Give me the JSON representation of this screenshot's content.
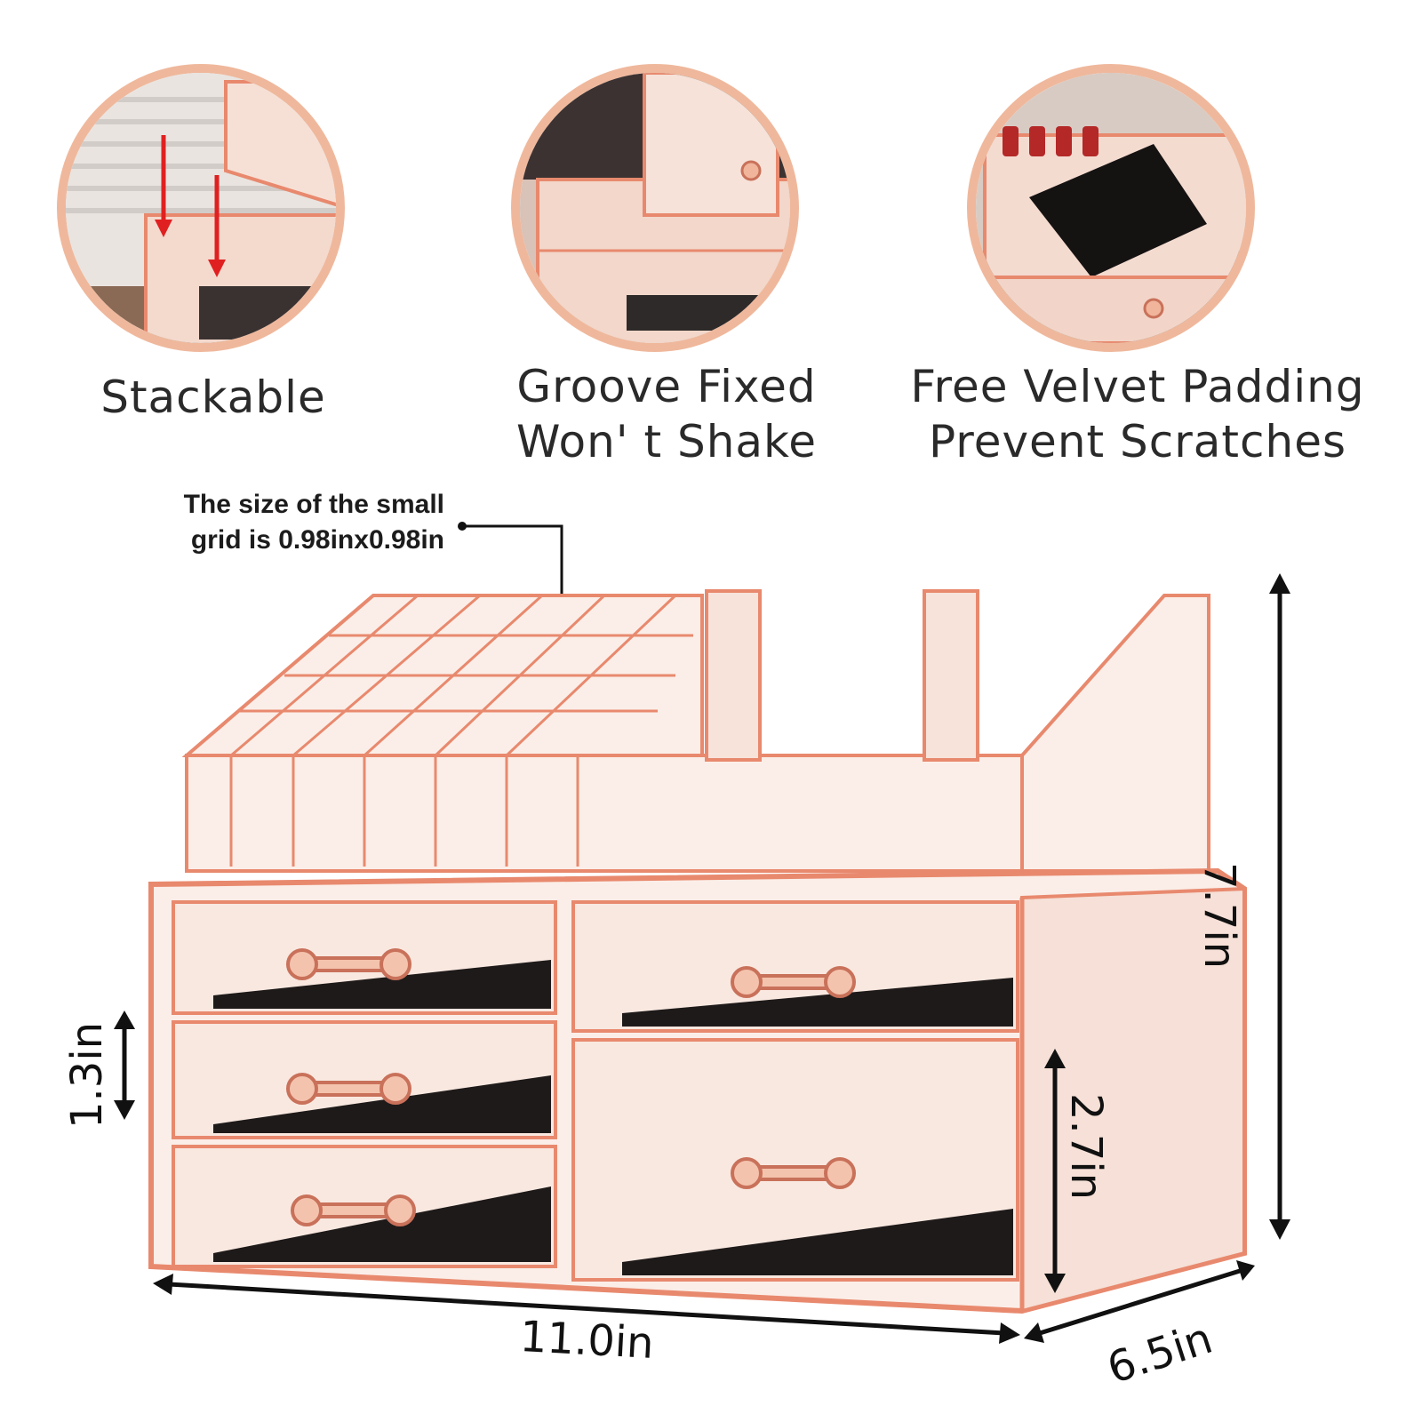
{
  "features": [
    {
      "lines": [
        "Stackable"
      ]
    },
    {
      "lines": [
        "Groove Fixed",
        "Won' t Shake"
      ]
    },
    {
      "lines": [
        "Free Velvet Padding",
        "Prevent Scratches"
      ]
    }
  ],
  "callout": {
    "lines": [
      "The size of the small",
      "grid is 0.98inx0.98in"
    ]
  },
  "dimensions": {
    "height": "7.7in",
    "width": "11.0in",
    "depth": "6.5in",
    "small_drawer": "1.3in",
    "large_drawer": "2.7in"
  },
  "colors": {
    "accent": "#efb89c",
    "acrylic_edge": "#e8896e",
    "velvet": "#1e1a1a"
  }
}
